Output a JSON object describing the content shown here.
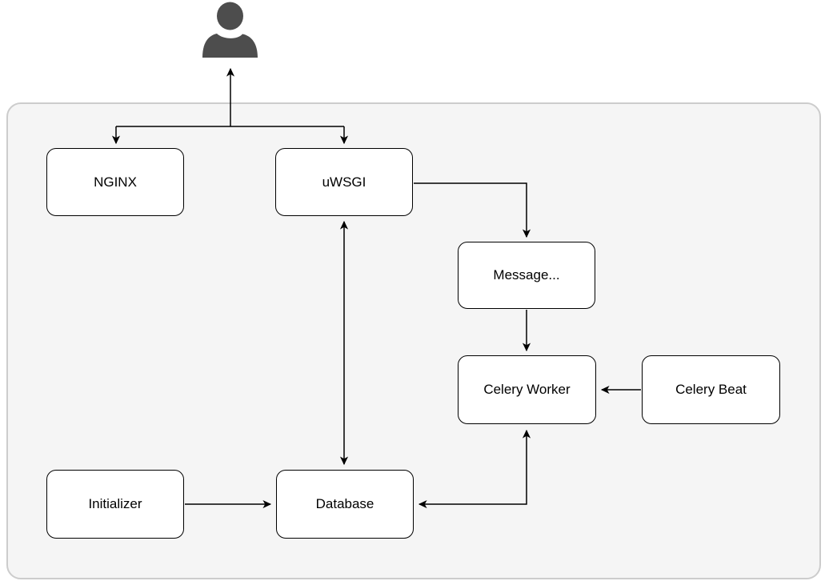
{
  "diagram": {
    "type": "architecture-flowchart",
    "actor": {
      "id": "user",
      "label": ""
    },
    "nodes": {
      "nginx": {
        "label": "NGINX"
      },
      "uwsgi": {
        "label": "uWSGI"
      },
      "message_queue": {
        "label": "Message..."
      },
      "celery_worker": {
        "label": "Celery Worker"
      },
      "celery_beat": {
        "label": "Celery Beat"
      },
      "initializer": {
        "label": "Initializer"
      },
      "database": {
        "label": "Database"
      }
    },
    "edges": [
      {
        "between": [
          "user",
          "nginx"
        ],
        "arrowheads": [
          "user",
          "nginx"
        ]
      },
      {
        "between": [
          "user",
          "uwsgi"
        ],
        "arrowheads": [
          "user",
          "uwsgi"
        ]
      },
      {
        "between": [
          "uwsgi",
          "message_queue"
        ],
        "arrowheads": [
          "message_queue"
        ]
      },
      {
        "between": [
          "message_queue",
          "celery_worker"
        ],
        "arrowheads": [
          "celery_worker"
        ]
      },
      {
        "between": [
          "celery_beat",
          "celery_worker"
        ],
        "arrowheads": [
          "celery_worker"
        ]
      },
      {
        "between": [
          "uwsgi",
          "database"
        ],
        "arrowheads": [
          "uwsgi",
          "database"
        ]
      },
      {
        "between": [
          "initializer",
          "database"
        ],
        "arrowheads": [
          "database"
        ]
      },
      {
        "between": [
          "database",
          "celery_worker"
        ],
        "arrowheads": [
          "database",
          "celery_worker"
        ]
      }
    ],
    "colors": {
      "page_background": "#ffffff",
      "boundary_fill": "#f5f5f5",
      "boundary_border": "#cccccc",
      "node_fill": "#ffffff",
      "node_border": "#000000",
      "connector": "#000000",
      "actor": "#4d4d4d"
    }
  }
}
